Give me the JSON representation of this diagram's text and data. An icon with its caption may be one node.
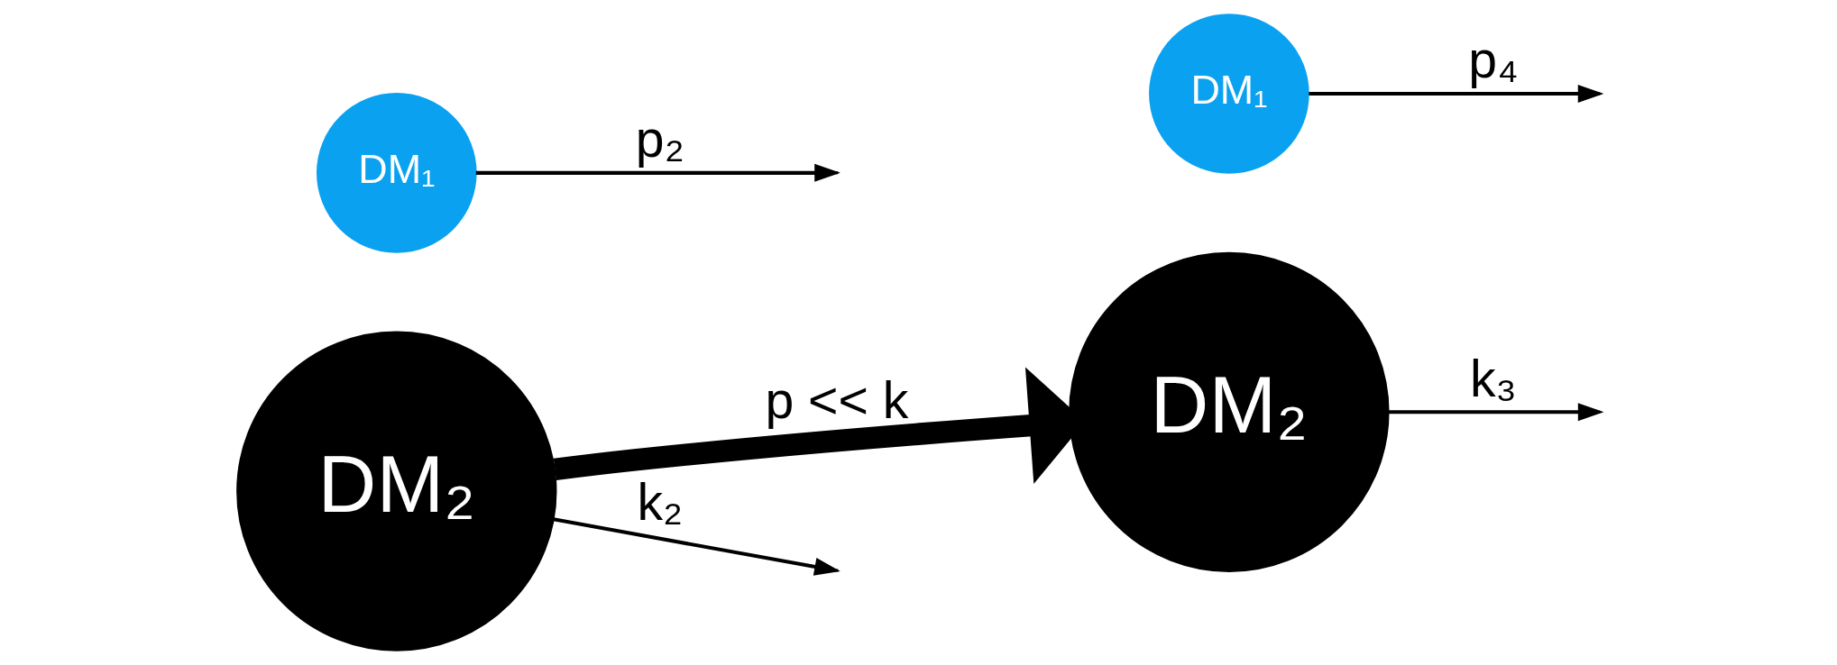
{
  "diagram": {
    "nodes": [
      {
        "text": [
          "DM₂"
        ]
      },
      {
        "text": [
          "DM₁"
        ]
      },
      {
        "text": [
          "DM₂"
        ]
      },
      {
        "text": [
          "DM₁"
        ]
      }
    ],
    "edges": [
      {
        "from": 0,
        "to": null,
        "arrow": "to",
        "label": "k₂"
      },
      {
        "from": 1,
        "to": null,
        "arrow": "to",
        "label": "p₂"
      },
      {
        "from": 0,
        "to": 2,
        "arrow": "to",
        "label": "p << k",
        "style": "thick"
      },
      {
        "from": 2,
        "to": null,
        "arrow": "to",
        "label": "k₃"
      },
      {
        "from": 3,
        "to": null,
        "arrow": "to",
        "label": "p₄"
      }
    ]
  }
}
